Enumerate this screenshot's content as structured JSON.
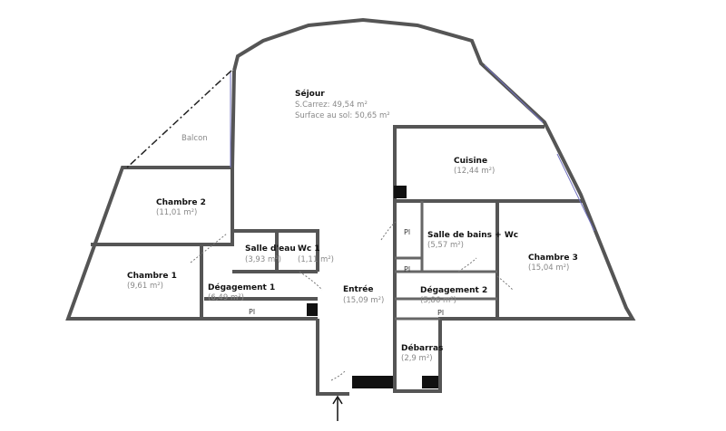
{
  "rooms": {
    "sejour": {
      "name": "Séjour",
      "carrez": "S.Carrez: 49,54 m²",
      "sol": "Surface au sol: 50,65 m²"
    },
    "balcon": {
      "name": "Balcon"
    },
    "cuisine": {
      "name": "Cuisine",
      "area": "(12,44 m²)"
    },
    "chambre2": {
      "name": "Chambre 2",
      "area": "(11,01 m²)"
    },
    "chambre1": {
      "name": "Chambre 1",
      "area": "(9,61 m²)"
    },
    "chambre3": {
      "name": "Chambre 3",
      "area": "(15,04 m²)"
    },
    "salle_eau": {
      "name": "Salle d'eau",
      "area": "(3,93 m²)"
    },
    "wc1": {
      "name": "Wc 1",
      "area": "(1,11 m²)"
    },
    "sdb": {
      "name": "Salle de bains + Wc",
      "area": "(5,57 m²)"
    },
    "degagement1": {
      "name": "Dégagement 1",
      "area": "(6,49 m²)"
    },
    "degagement2": {
      "name": "Dégagement 2",
      "area": "(5,86 m²)"
    },
    "entree": {
      "name": "Entrée",
      "area": "(15,09 m²)"
    },
    "debarras": {
      "name": "Débarras",
      "area": "(2,9 m²)"
    }
  },
  "placards": [
    "Pl",
    "Pl",
    "Pl",
    "Pl"
  ]
}
